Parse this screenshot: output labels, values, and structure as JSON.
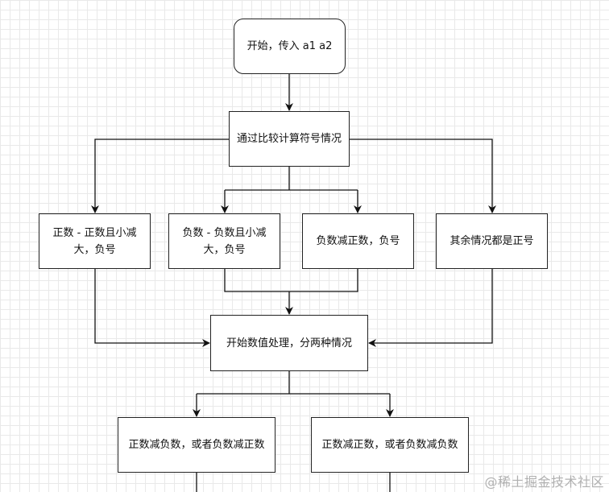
{
  "nodes": {
    "start": "开始，传入 a1 a2",
    "compare": "通过比较计算符号情况",
    "case_pos_minus_pos": "正数 - 正数且小减大，负号",
    "case_neg_minus_neg": "负数 - 负数且小减大，负号",
    "case_neg_minus_pos": "负数减正数，负号",
    "case_other": "其余情况都是正号",
    "process": "开始数值处理，分两种情况",
    "branch_diff_sign": "正数减负数，或者负数减正数",
    "branch_same_sign": "正数减正数，或者负数减负数"
  },
  "watermark": "@稀土掘金技术社区"
}
